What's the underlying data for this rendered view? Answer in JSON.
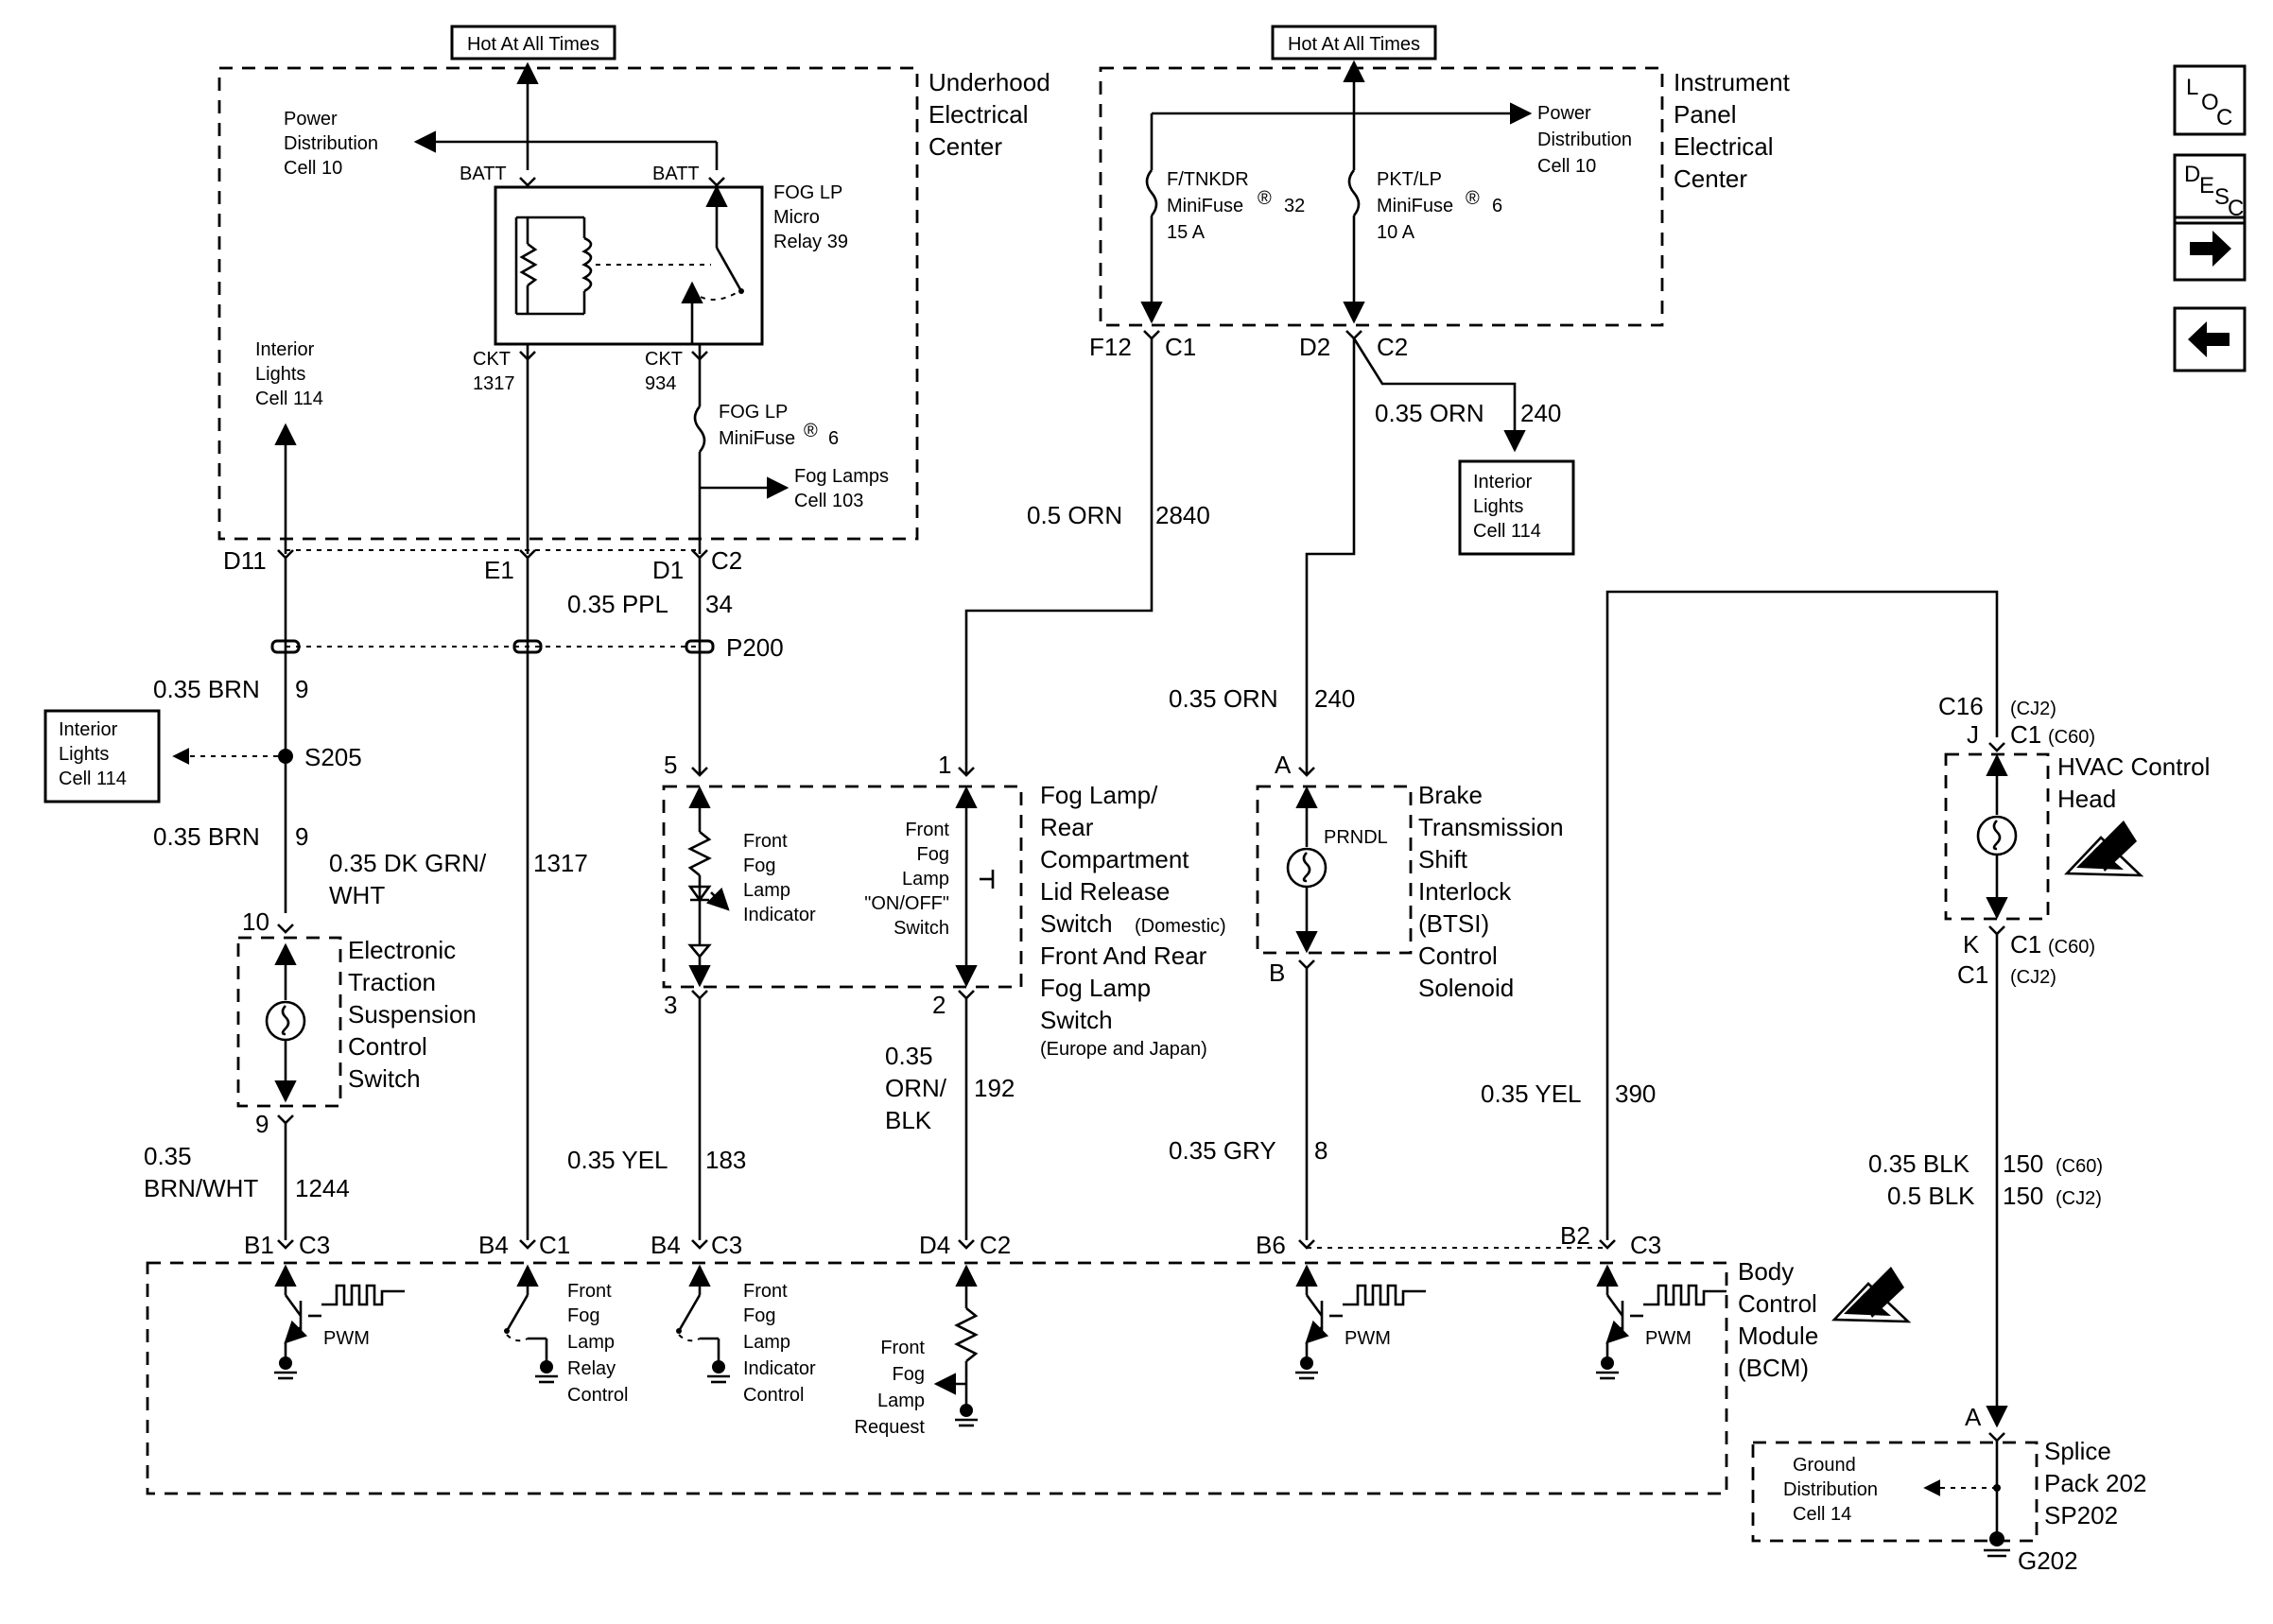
{
  "hot_labels": [
    "Hot At All Times",
    "Hot At All Times"
  ],
  "boxes": {
    "underhood": [
      "Underhood",
      "Electrical",
      "Center"
    ],
    "instrument_panel": [
      "Instrument",
      "Panel",
      "Electrical",
      "Center"
    ],
    "bcm": [
      "Body",
      "Control",
      "Module",
      "(BCM)"
    ],
    "splice_pack": [
      "Splice",
      "Pack 202",
      "SP202"
    ]
  },
  "left_box": {
    "power_dist": [
      "Power",
      "Distribution",
      "Cell 10"
    ],
    "batt": [
      "BATT",
      "BATT"
    ],
    "relay": [
      "FOG LP",
      "Micro",
      "Relay 39"
    ],
    "ckt_left": [
      "CKT",
      "1317"
    ],
    "ckt_right": [
      "CKT",
      "934"
    ],
    "interior_lights": [
      "Interior",
      "Lights",
      "Cell 114"
    ],
    "fuse": [
      "FOG LP",
      "MiniFuse",
      "6"
    ],
    "fog_lamps": [
      "Fog Lamps",
      "Cell 103"
    ]
  },
  "right_box": {
    "fuse1": [
      "F/TNKDR",
      "MiniFuse",
      "32",
      "15 A"
    ],
    "fuse2": [
      "PKT/LP",
      "MiniFuse",
      "6",
      "10 A"
    ],
    "power_dist": [
      "Power",
      "Distribution",
      "Cell 10"
    ],
    "reg_mark": "®"
  },
  "connectors": {
    "d11": "D11",
    "e1": "E1",
    "d1": "D1",
    "c2a": "C2",
    "f12": "F12",
    "c1a": "C1",
    "d2": "D2",
    "c2b": "C2",
    "p200": "P200",
    "s205": "S205",
    "pin5": "5",
    "pin3": "3",
    "pin1": "1",
    "pin2": "2",
    "pin10": "10",
    "pin9": "9",
    "pinA": "A",
    "pinB": "B",
    "c16": "C16",
    "cj2a": "(CJ2)",
    "j": "J",
    "c1b": "C1",
    "c60a": "(C60)",
    "k": "K",
    "c1c": "C1",
    "c60b": "(C60)",
    "c1d": "C1",
    "cj2b": "(CJ2)",
    "b1": "B1",
    "c3a": "C3",
    "b4a": "B4",
    "c1e": "C1",
    "b4b": "B4",
    "c3b": "C3",
    "d4": "D4",
    "c2c": "C2",
    "b6": "B6",
    "b2": "B2",
    "c3c": "C3",
    "splice_a": "A",
    "g202": "G202"
  },
  "wires": {
    "w1": [
      "0.35 BRN",
      "9"
    ],
    "w2": [
      "0.35 BRN",
      "9"
    ],
    "w3": [
      "0.35 DK GRN/",
      "1317",
      "WHT"
    ],
    "w4": [
      "0.35 PPL",
      "34"
    ],
    "w5": [
      "0.5 ORN",
      "2840"
    ],
    "w6": [
      "0.35 ORN",
      "240"
    ],
    "w7": [
      "0.35 ORN",
      "240"
    ],
    "w8": [
      "0.35",
      "BRN/WHT",
      "1244"
    ],
    "w9": [
      "0.35 YEL",
      "183"
    ],
    "w10": [
      "0.35",
      "ORN/",
      "192",
      "BLK"
    ],
    "w11": [
      "0.35 GRY",
      "8"
    ],
    "w12": [
      "0.35 YEL",
      "390"
    ],
    "w13": [
      "0.35 BLK",
      "150",
      "(C60)"
    ],
    "w14": [
      "0.5 BLK",
      "150",
      "(CJ2)"
    ]
  },
  "refs": {
    "interior_left": [
      "Interior",
      "Lights",
      "Cell 114"
    ],
    "interior_right": [
      "Interior",
      "Lights",
      "Cell 114"
    ]
  },
  "components": {
    "etsc": [
      "Electronic",
      "Traction",
      "Suspension",
      "Control",
      "Switch"
    ],
    "fog_switch": [
      "Fog Lamp/",
      "Rear",
      "Compartment",
      "Lid Release",
      "Switch",
      "(Domestic)",
      "Front And Rear",
      "Fog Lamp",
      "Switch",
      "(Europe and Japan)"
    ],
    "indicator": [
      "Front",
      "Fog",
      "Lamp",
      "Indicator"
    ],
    "onoff": [
      "Front",
      "Fog",
      "Lamp",
      "\"ON/OFF\"",
      "Switch"
    ],
    "btsi": [
      "Brake",
      "Transmission",
      "Shift",
      "Interlock",
      "(BTSI)",
      "Control",
      "Solenoid"
    ],
    "prndl": "PRNDL",
    "hvac": [
      "HVAC Control",
      "Head"
    ]
  },
  "bcm_labels": {
    "pwm": [
      "PWM",
      "PWM",
      "PWM"
    ],
    "relay_ctrl": [
      "Front",
      "Fog",
      "Lamp",
      "Relay",
      "Control"
    ],
    "ind_ctrl": [
      "Front",
      "Fog",
      "Lamp",
      "Indicator",
      "Control"
    ],
    "request": [
      "Front",
      "Fog",
      "Lamp",
      "Request"
    ]
  },
  "ground_dist": [
    "Ground",
    "Distribution",
    "Cell 14"
  ],
  "nav": {
    "loc": [
      "L",
      "O",
      "C"
    ],
    "desc": [
      "D",
      "E",
      "S",
      "C"
    ],
    "next_icon": "arrow-right-icon",
    "prev_icon": "arrow-left-icon"
  }
}
